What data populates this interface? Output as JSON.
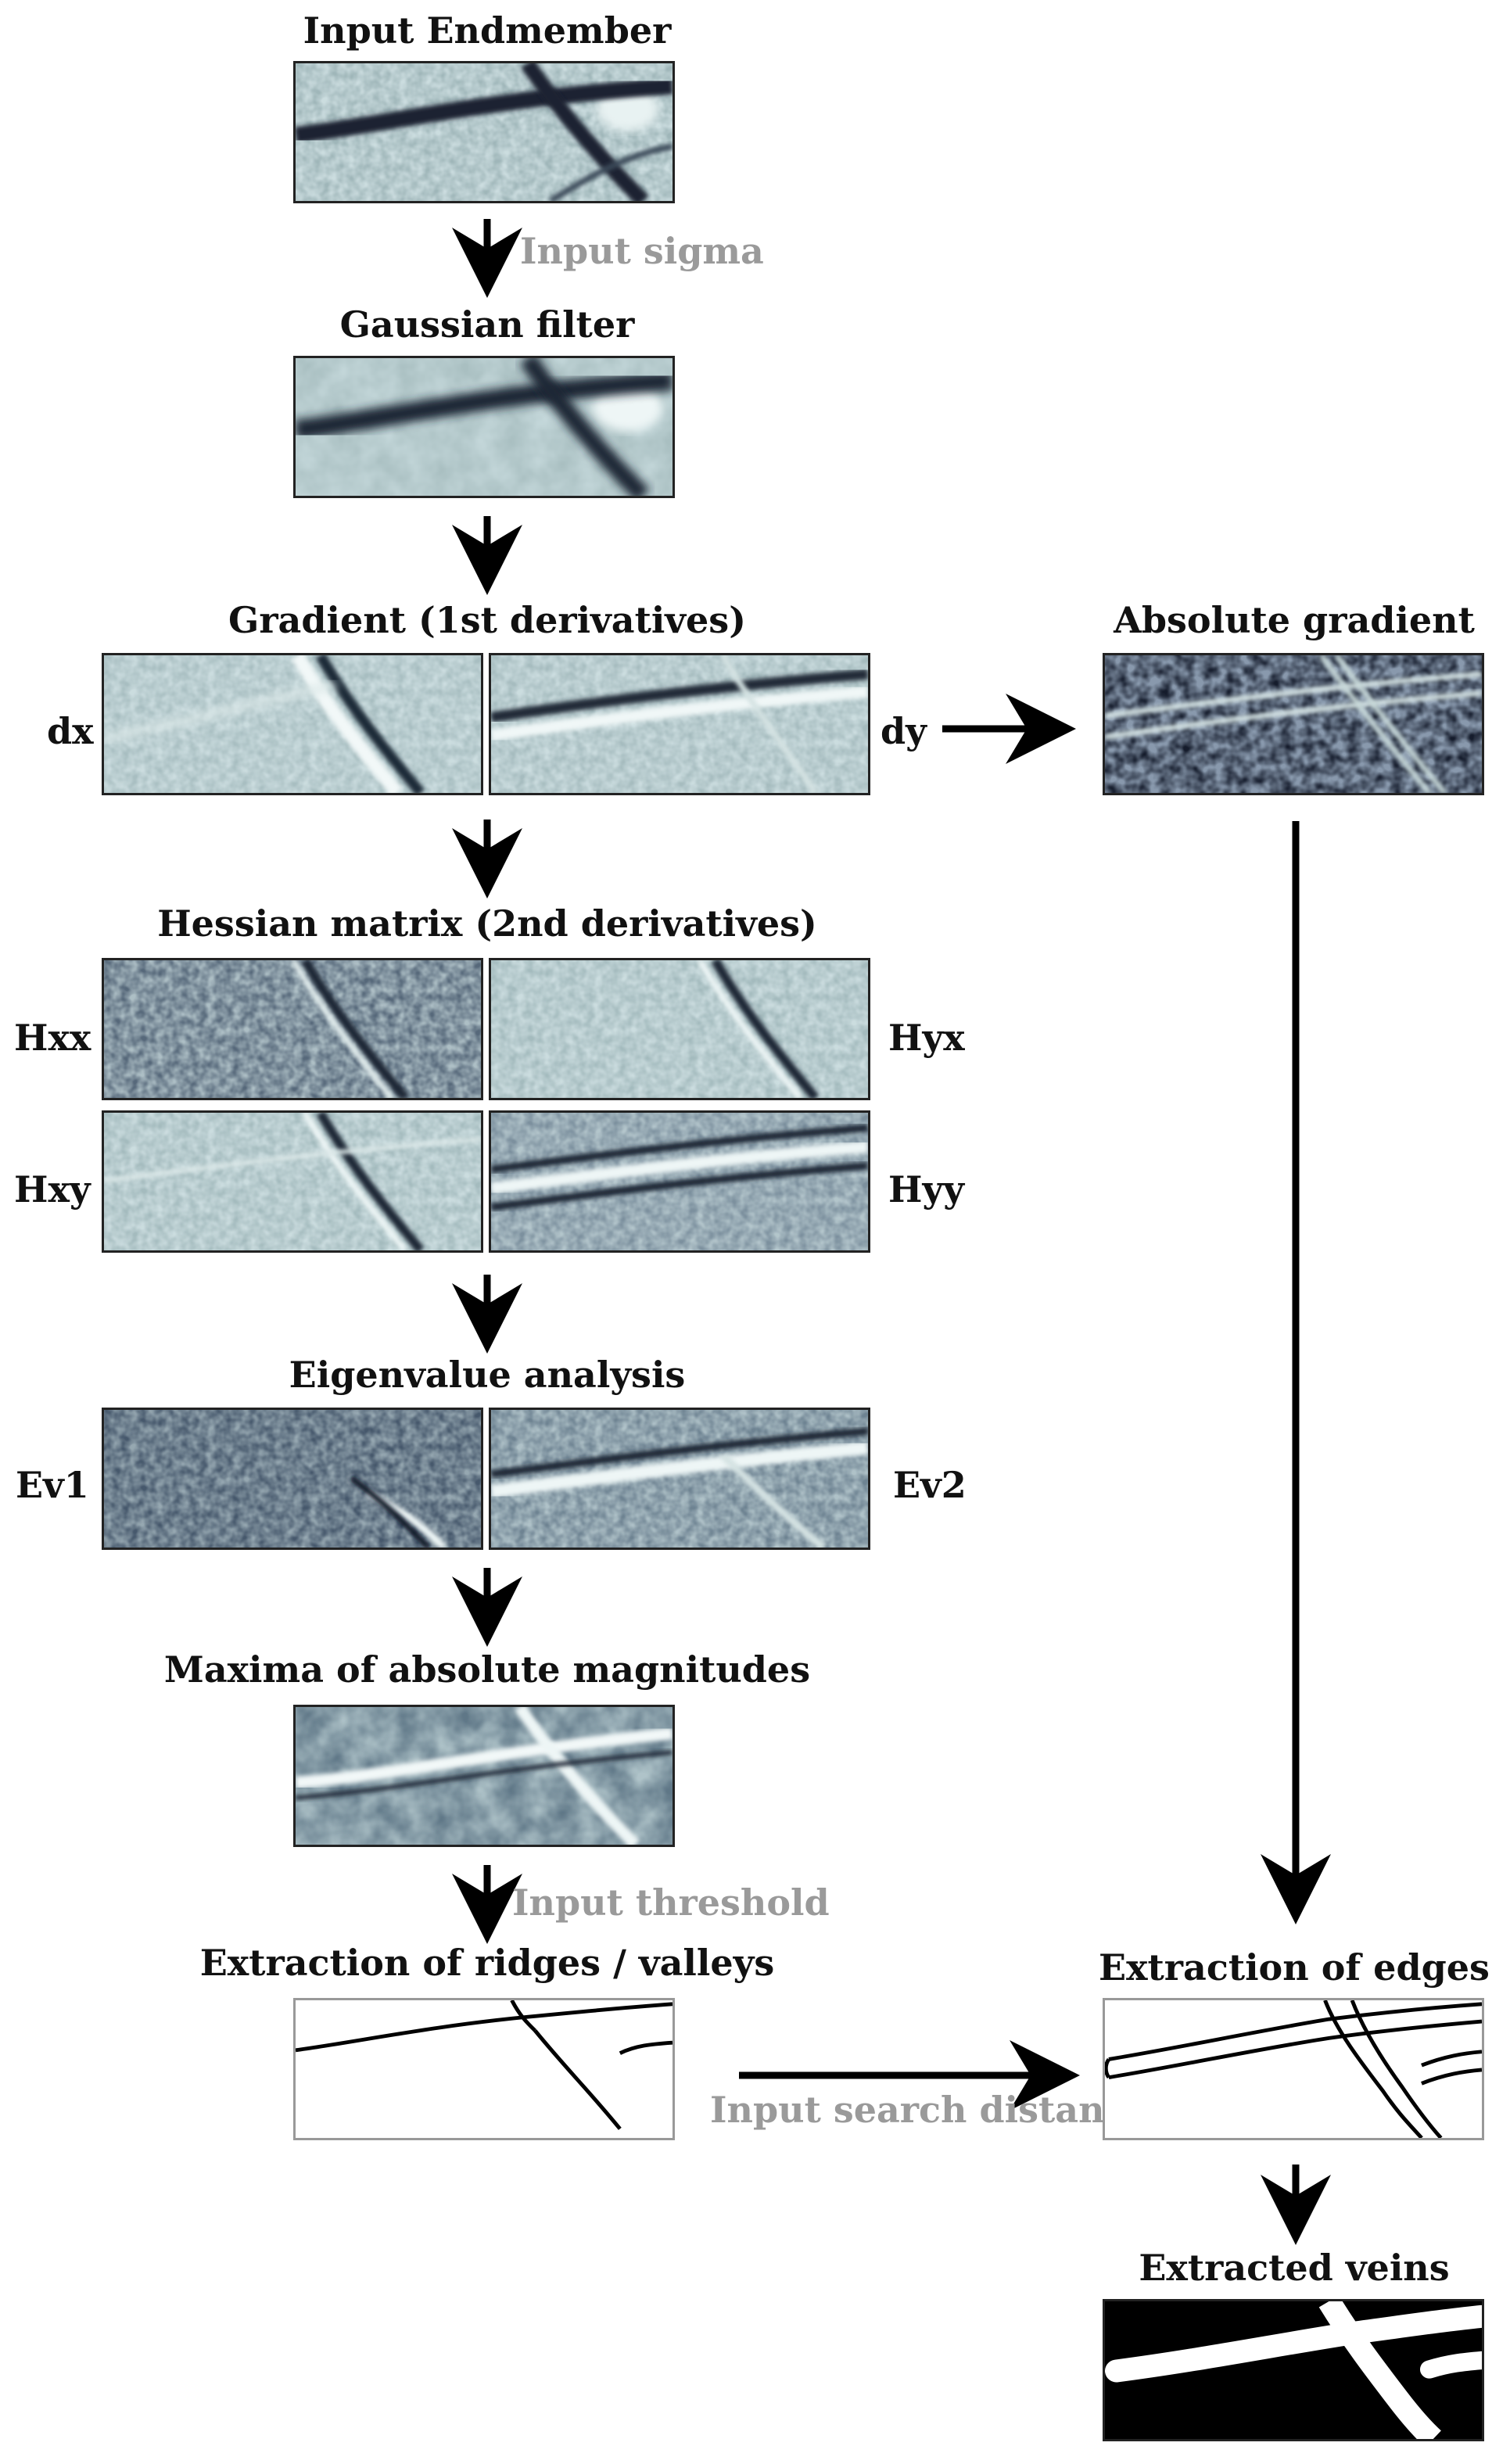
{
  "nodes": {
    "input": {
      "title": "Input Endmember"
    },
    "gaussian": {
      "title": "Gaussian filter"
    },
    "gradient": {
      "title": "Gradient (1st derivatives)",
      "left_label": "dx",
      "right_label": "dy"
    },
    "abs_gradient": {
      "title": "Absolute gradient"
    },
    "hessian": {
      "title": "Hessian matrix (2nd derivatives)",
      "labels": [
        "Hxx",
        "Hyx",
        "Hxy",
        "Hyy"
      ]
    },
    "eigen": {
      "title": "Eigenvalue analysis",
      "left_label": "Ev1",
      "right_label": "Ev2"
    },
    "maxima": {
      "title": "Maxima of absolute magnitudes"
    },
    "ridges": {
      "title": "Extraction of ridges / valleys"
    },
    "edges": {
      "title": "Extraction of edges"
    },
    "veins": {
      "title": "Extracted veins"
    }
  },
  "parameters": {
    "sigma": "Input sigma",
    "threshold": "Input threshold",
    "search_distance": "Input search distance"
  },
  "colors": {
    "text": "#111111",
    "parameter_text": "#9a9a9a",
    "arrow": "#000000",
    "image_light": "#d8e6e6",
    "image_mid": "#8fa6ab",
    "image_dark": "#1e2a38"
  }
}
